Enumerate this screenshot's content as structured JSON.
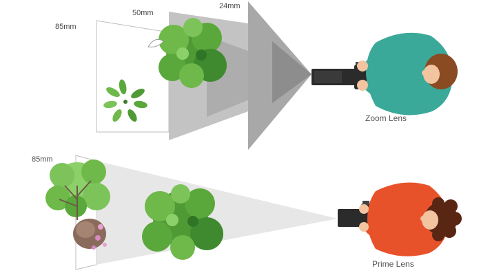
{
  "top_diagram": {
    "focal_labels": [
      "85mm",
      "50mm",
      "24mm"
    ],
    "caption": "Zoom Lens"
  },
  "bottom_diagram": {
    "focal_label": "85mm",
    "caption": "Prime Lens"
  },
  "colors": {
    "frame_light": "#e8e7e7",
    "frame_mid": "#c4c3c3",
    "frame_dark": "#a9a8a8",
    "beam": "#8e8d8d",
    "camera_body": "#2b2b2b",
    "zoom_shirt": "#3aa99a",
    "zoom_hair": "#8a4a22",
    "prime_shirt": "#e8522a",
    "prime_hair": "#5a2614",
    "skin": "#f2c4a0",
    "pants": "#8c8c8c",
    "leaf_dark": "#3f8a2f",
    "leaf_light": "#7cc35a"
  }
}
